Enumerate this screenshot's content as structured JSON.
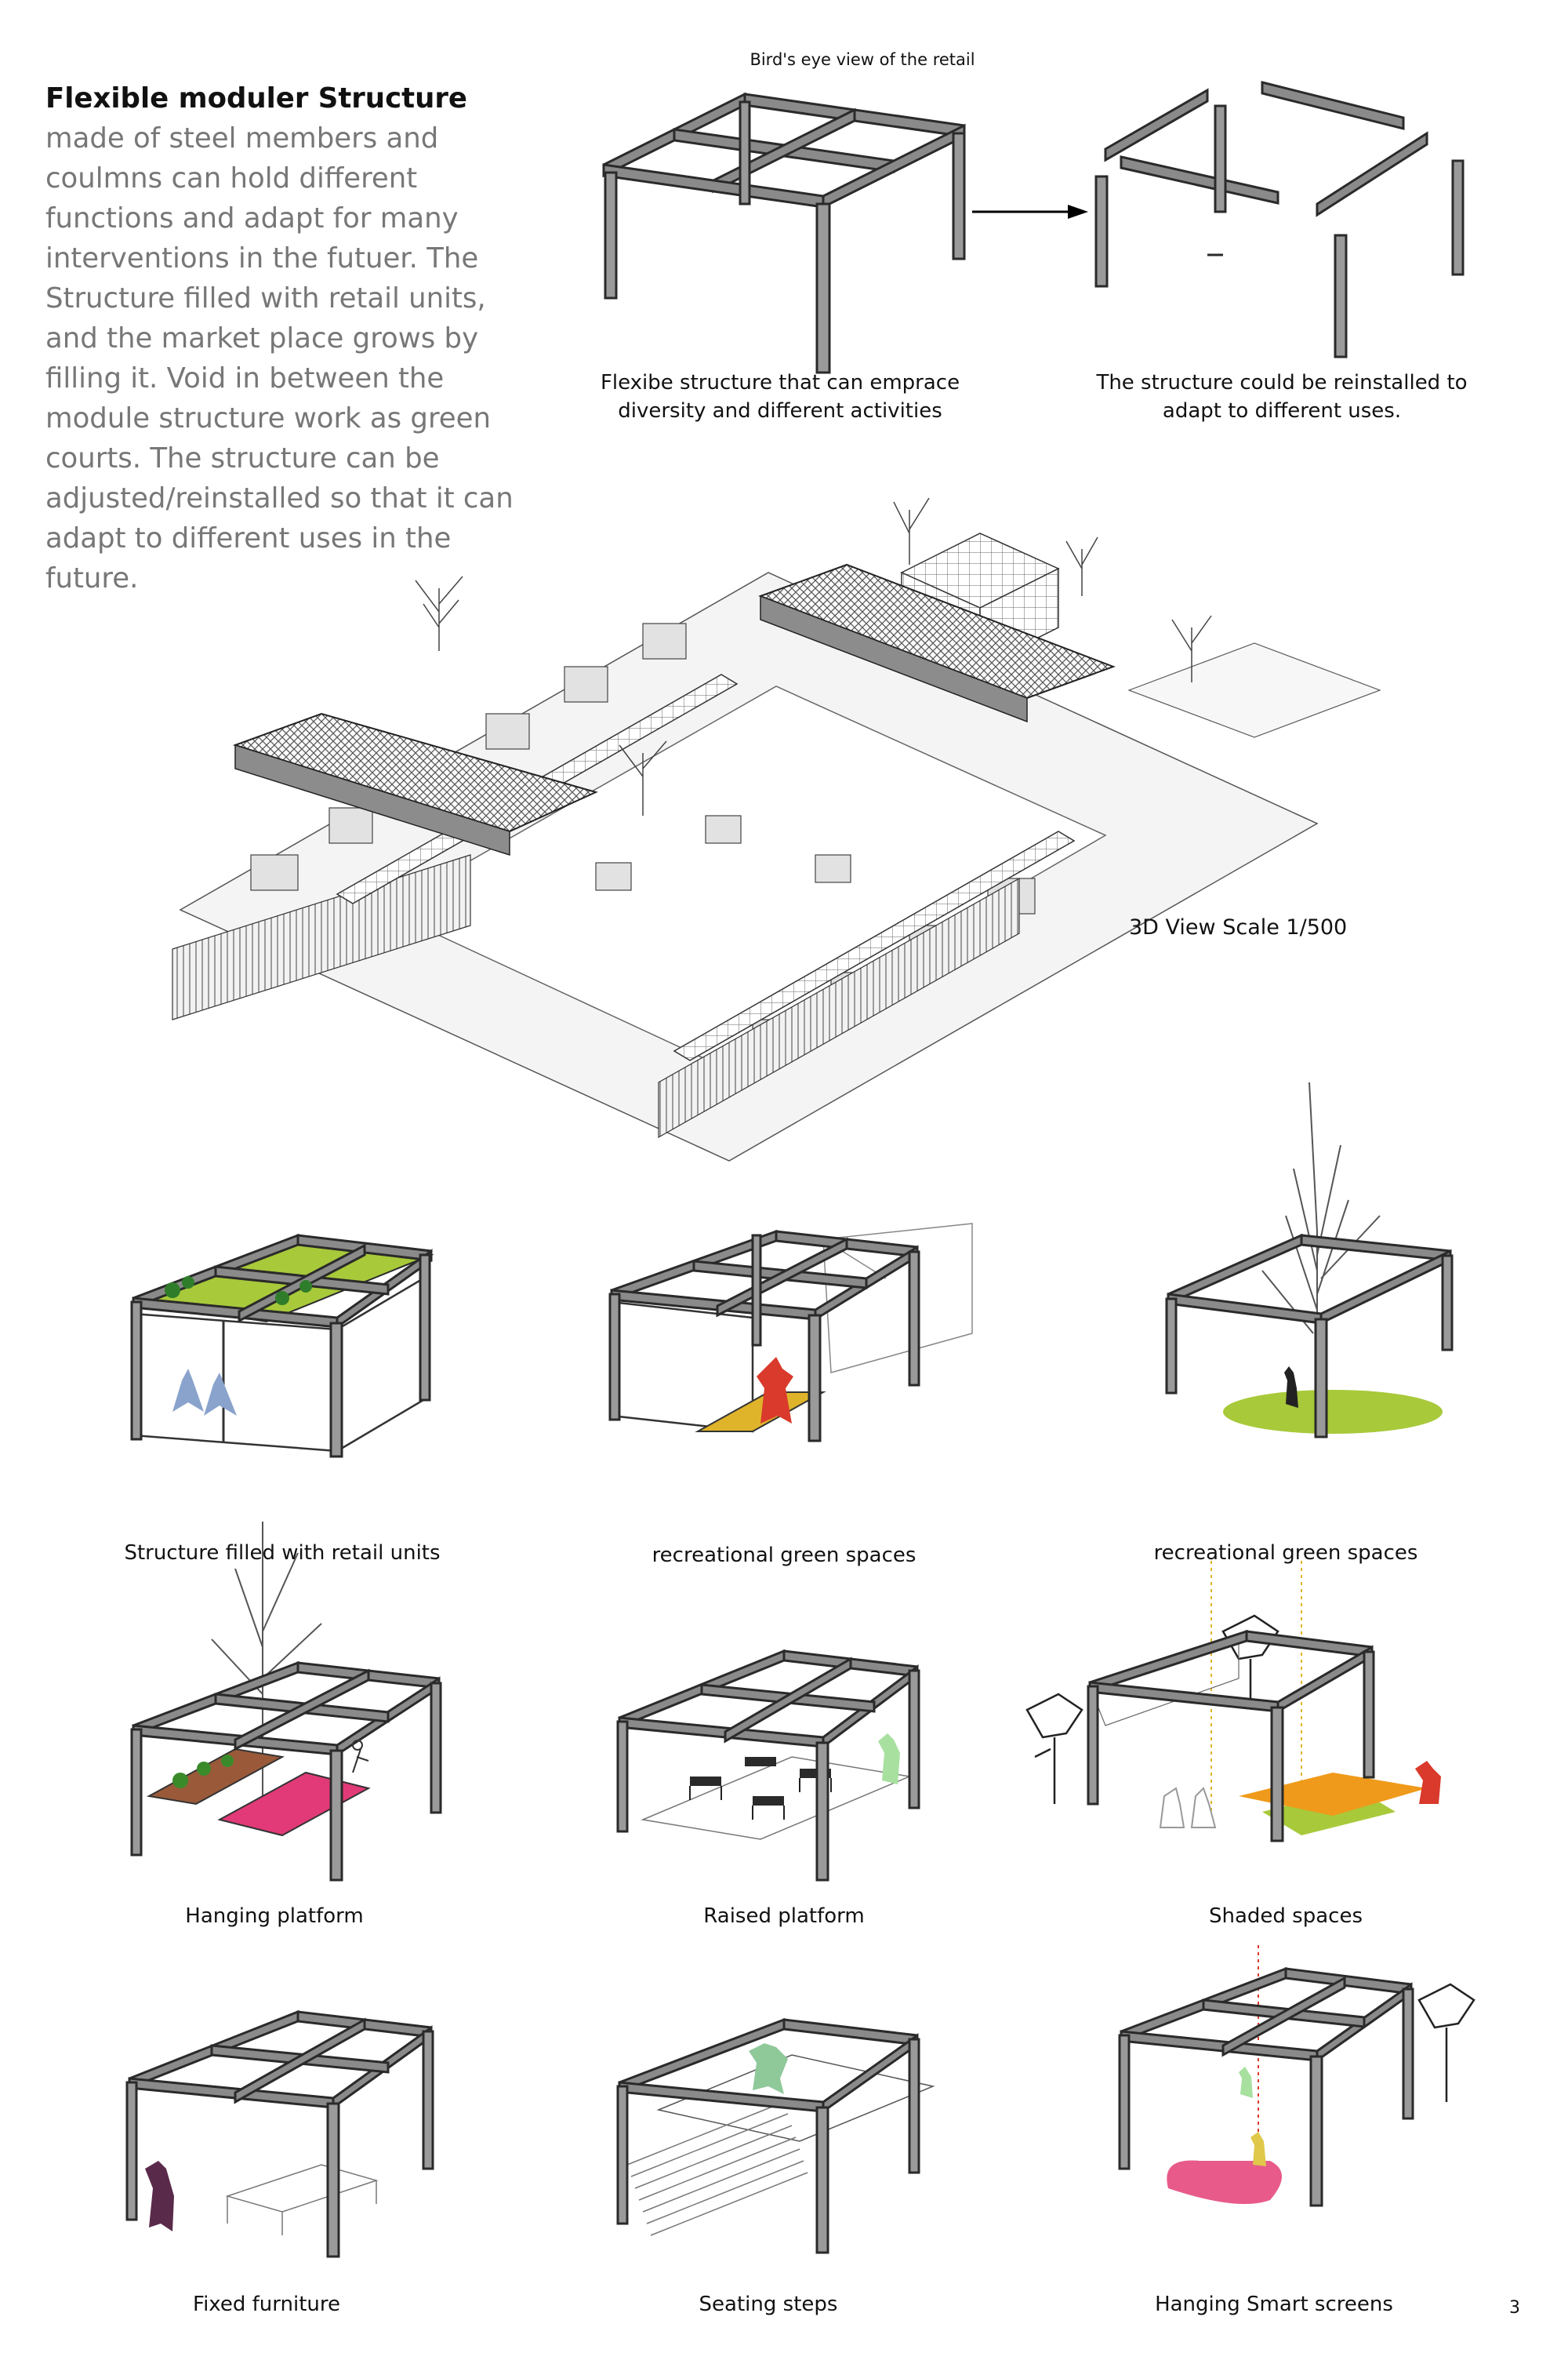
{
  "intro": {
    "title": "Flexible moduler Structure",
    "body": " made of steel members and coulmns can hold different functions and adapt for many interventions in the futuer. The Structure filled with retail units, and the market place grows by filling it. Void in between the module structure work as green courts. The structure can be adjusted/reinstalled so that it can adapt to different uses in the future."
  },
  "top": {
    "heading": "Bird's eye view of the retail",
    "left_caption": "Flexibe structure that can emprace diversity and different activities",
    "right_caption": "The structure could be reinstalled to adapt to different uses.",
    "arrow_icon": "arrow-right-icon"
  },
  "view3d": {
    "label": "3D View Scale 1/500"
  },
  "modules": [
    {
      "label": "Structure filled with retail units"
    },
    {
      "label": "recreational green spaces"
    },
    {
      "label": "recreational green spaces"
    },
    {
      "label": "Hanging platform"
    },
    {
      "label": "Raised platform"
    },
    {
      "label": "Shaded spaces"
    },
    {
      "label": "Fixed furniture"
    },
    {
      "label": "Seating steps"
    },
    {
      "label": "Hanging Smart screens"
    }
  ],
  "page_number": "3",
  "colors": {
    "steel": "#8a8a8a",
    "green": "#a8c93a",
    "red": "#d93a2b",
    "yellow": "#e0b42a",
    "blue_figures": "#8aa3cc",
    "pink": "#e23a78",
    "purple": "#5a2a4a",
    "mint": "#8fc99a",
    "orange": "#ef9a1a",
    "brown": "#9a5a3a"
  }
}
